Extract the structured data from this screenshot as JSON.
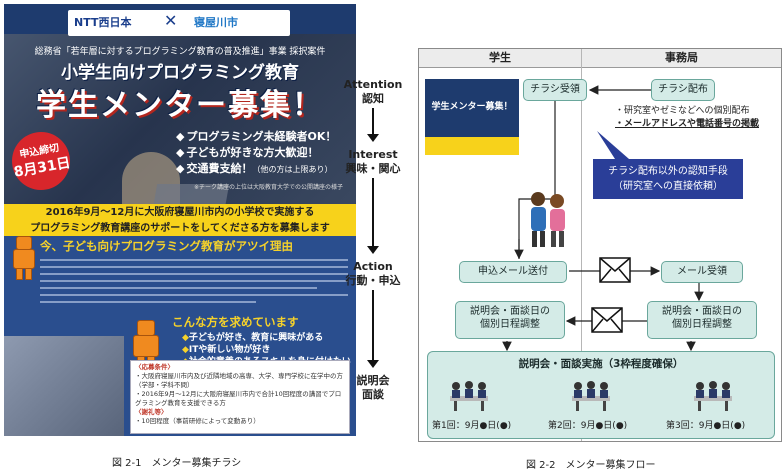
{
  "flyer": {
    "logo_ntt": "NTT西日本",
    "logo_x": "✕",
    "logo_city": "寝屋川市",
    "subtitle": "総務省「若年層に対するプログラミング教育の普及推進」事業 採択案件",
    "title1": "小学生向けプログラミング教育",
    "title2": "学生メンター募集！",
    "deadline_label": "申込締切",
    "deadline_date": "8月31日",
    "bullets": [
      "プログラミング未経験者OK！",
      "子どもが好きな方大歓迎！",
      "交通費支給！"
    ],
    "bullet_note": "（他の方は上限あり）",
    "photo_note": "※チーク講座の上位は大阪教育大学での公開講座の様子",
    "yellow_band_1": "2016年9月〜12月に大阪府寝屋川市内の小学校で実施する",
    "yellow_band_2": "プログラミング教育講座のサポートをしてくださる方を募集します",
    "why_heading": "今、子ども向けプログラミング教育がアツイ理由",
    "want_heading": "こんな方を求めています",
    "wants": [
      "子どもが好き、教育に興味がある",
      "ITや新しい物が好き",
      "社会的意義のあるスキルを身に付けたい"
    ],
    "info_heading": "〈応募条件〉",
    "info_1": "・大阪府寝屋川市内及び近隣地域の高専、大学、専門学校に在学中の方（学部・学科不問）",
    "info_2": "・2016年9月〜12月に大阪府寝屋川市内で合計10回程度の講習でプログラミング教育を支援できる方",
    "info_heading2": "〈謝礼等〉",
    "info_3": "・10回程度（事前研修によって変動あり）"
  },
  "caption_left": "図 2-1　メンター募集チラシ",
  "caption_right": "図 2-2　メンター募集フロー",
  "stages": {
    "attention_en": "Attention",
    "attention_jp": "認知",
    "interest_en": "Interest",
    "interest_jp": "興味・関心",
    "action_en": "Action",
    "action_jp": "行動・申込",
    "briefing_1": "説明会",
    "briefing_2": "面談"
  },
  "flow": {
    "col_student": "学生",
    "col_office": "事務局",
    "flyer_receive": "チラシ受領",
    "flyer_distribute": "チラシ配布",
    "note_1": "・研究室やゼミなどへの個別配布",
    "note_2": "・メールアドレスや電話番号の掲載",
    "callout_1": "チラシ配布以外の認知手段",
    "callout_2": "（研究室への直接依頼）",
    "mail_send": "申込メール送付",
    "mail_receive": "メール受領",
    "schedule_student_1": "説明会・面談日の",
    "schedule_student_2": "個別日程調整",
    "schedule_office_1": "説明会・面談日の",
    "schedule_office_2": "個別日程調整",
    "session_title": "説明会・面談実施（3枠程度確保）",
    "sessions": [
      "第1回：9月●日(●)",
      "第2回：9月●日(●)",
      "第3回：9月●日(●)"
    ],
    "mini_flyer_title": "学生メンター募集！"
  },
  "colors": {
    "flyer_navy": "#1e3b6e",
    "flyer_yellow": "#f7d21b",
    "flow_box": "#d4ebe7",
    "callout": "#2a3e98"
  }
}
